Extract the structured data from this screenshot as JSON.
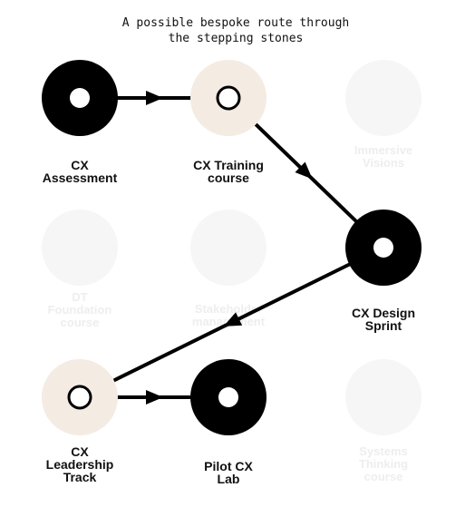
{
  "title": [
    "A possible bespoke route through",
    "the stepping stones"
  ],
  "colors": {
    "dark": "#000000",
    "light_halo": "#f4ebe3",
    "ghost": "#f6f6f6",
    "line": "#000000"
  },
  "route_nodes": [
    {
      "id": "cx-assessment",
      "label": [
        "CX",
        "Assessment"
      ],
      "style": "dark"
    },
    {
      "id": "cx-training-course",
      "label": [
        "CX Training",
        "course"
      ],
      "style": "light"
    },
    {
      "id": "cx-design-sprint",
      "label": [
        "CX Design",
        "Sprint"
      ],
      "style": "dark"
    },
    {
      "id": "cx-leadership-track",
      "label": [
        "CX",
        "Leadership",
        "Track"
      ],
      "style": "light"
    },
    {
      "id": "pilot-cx-lab",
      "label": [
        "Pilot CX",
        "Lab"
      ],
      "style": "dark"
    }
  ],
  "inactive_nodes": [
    {
      "id": "inactive-top-right",
      "label": [
        "Immersive",
        "Visions"
      ]
    },
    {
      "id": "inactive-mid-left",
      "label": [
        "DT",
        "Foundation",
        "course"
      ]
    },
    {
      "id": "inactive-mid-center",
      "label": [
        "Stakeholder",
        "management"
      ]
    },
    {
      "id": "inactive-bottom-right",
      "label": [
        "Systems",
        "Thinking",
        "course"
      ]
    }
  ],
  "route": [
    "cx-assessment",
    "cx-training-course",
    "cx-design-sprint",
    "cx-leadership-track",
    "pilot-cx-lab"
  ]
}
